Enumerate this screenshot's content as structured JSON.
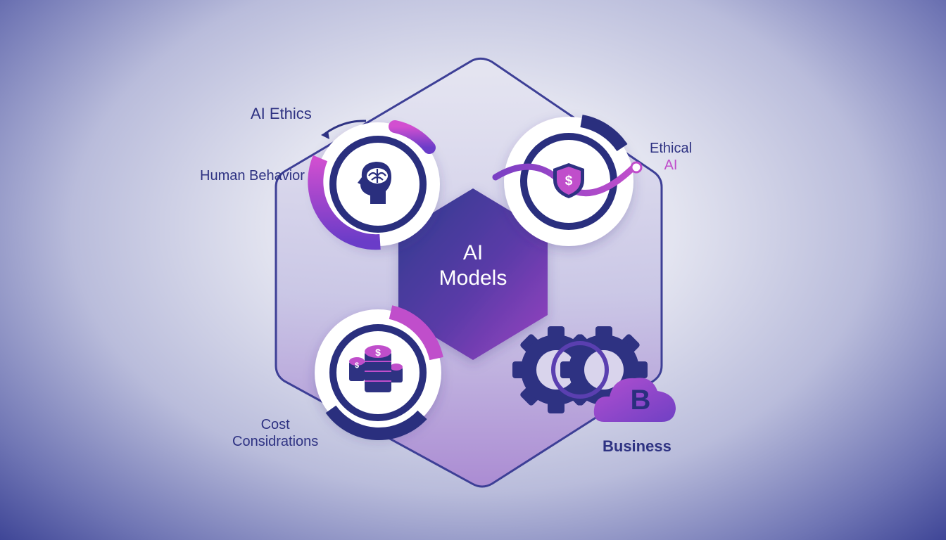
{
  "center": {
    "line1": "AI",
    "line2": "Models"
  },
  "nodes": {
    "ai_ethics": {
      "label": "AI Ethics",
      "sublabel": "Human Behavior",
      "icon": "brain-head-icon"
    },
    "ethical_ai": {
      "line1": "Ethical",
      "line2": "AI",
      "icon": "shield-dollar-icon"
    },
    "cost": {
      "line1": "Cost",
      "line2": "Considrations",
      "icon": "coin-stack-icon"
    },
    "business": {
      "label": "Business",
      "cloud_letter": "B",
      "icon": "gears-icon"
    }
  },
  "colors": {
    "navy": "#2e3282",
    "purple": "#7a3fc4",
    "magenta": "#c04ecb",
    "white": "#ffffff"
  }
}
